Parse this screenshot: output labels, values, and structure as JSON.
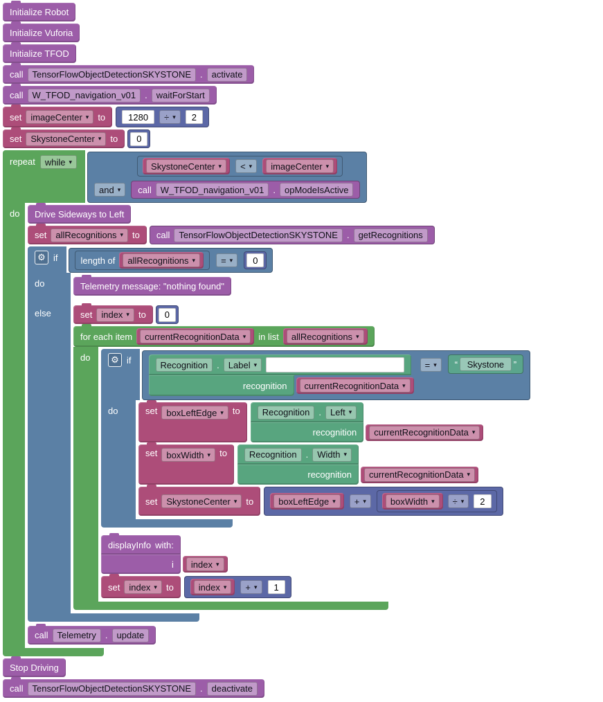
{
  "meta": {
    "app_context": "Blockly visual program workspace",
    "canvas_bg": "#ffffff"
  },
  "colors": {
    "procedure": "#9c5da8",
    "variable": "#ad4d79",
    "logic": "#5b80a5",
    "math": "#5c68a6",
    "loop": "#5ba55b",
    "property": "#58a57f",
    "text": "#5ba58c"
  },
  "icons": {
    "dropdown_arrow": "▾",
    "mutator_gear": "⚙"
  },
  "kw": {
    "call": "call",
    "set": "set",
    "to": "to",
    "dot": ".",
    "repeat": "repeat",
    "while": "while",
    "and": "and",
    "if": "if",
    "do": "do",
    "else": "else",
    "length_of": "length of",
    "for_each_item": "for each item",
    "in_list": "in list",
    "recognition": "recognition",
    "with": "with:",
    "param_i": "i",
    "lt": "<",
    "eq": "=",
    "plus": "+",
    "div": "÷",
    "open_quote": "“",
    "close_quote": "”",
    "empty": ""
  },
  "program": {
    "init_robot": "Initialize Robot",
    "init_vuforia": "Initialize Vuforia",
    "init_tfod": "Initialize TFOD",
    "tfod_class": "TensorFlowObjectDetectionSKYSTONE",
    "activate_method": "activate",
    "nav_class": "W_TFOD_navigation_v01",
    "wait_for_start_method": "waitForStart",
    "op_mode_is_active_method": "opModeIsActive",
    "get_recognitions_method": "getRecognitions",
    "image_center_var": "imageCenter",
    "skystone_center_var": "SkystoneCenter",
    "all_recognitions_var": "allRecognitions",
    "index_var": "index",
    "current_recognition_var": "currentRecognitionData",
    "box_left_edge_var": "boxLeftEdge",
    "box_width_var": "boxWidth",
    "num_1280": "1280",
    "num_2": "2",
    "num_0": "0",
    "num_1": "1",
    "drive_sideways_left": "Drive Sideways to Left",
    "telemetry_nothing_found": "Telemetry message: \"nothing found\"",
    "recognition_class": "Recognition",
    "label_prop": "Label",
    "left_prop": "Left",
    "width_prop": "Width",
    "skystone_text": " Skystone ",
    "display_info": "displayInfo",
    "telemetry_class": "Telemetry",
    "update_method": "update",
    "stop_driving": "Stop Driving",
    "deactivate_method": "deactivate"
  }
}
